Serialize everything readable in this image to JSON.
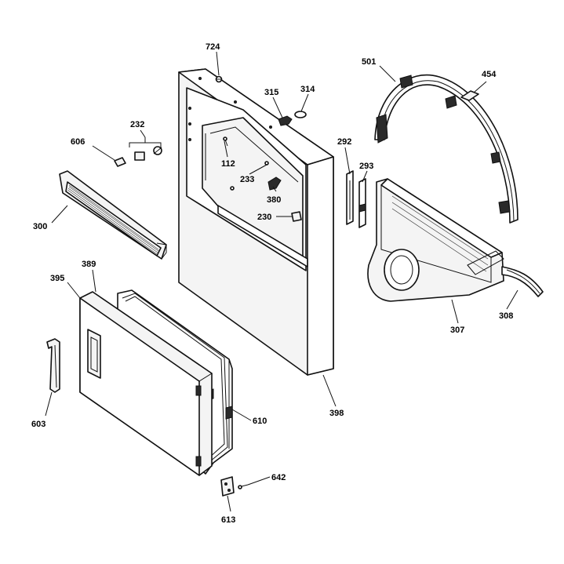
{
  "callouts": {
    "c724": "724",
    "c315": "315",
    "c314": "314",
    "c501": "501",
    "c454": "454",
    "c232": "232",
    "c606": "606",
    "c292": "292",
    "c293": "293",
    "c112": "112",
    "c233": "233",
    "c380": "380",
    "c230": "230",
    "c300": "300",
    "c389": "389",
    "c395": "395",
    "c307": "307",
    "c308": "308",
    "c398": "398",
    "c603": "603",
    "c610": "610",
    "c642": "642",
    "c613": "613"
  }
}
